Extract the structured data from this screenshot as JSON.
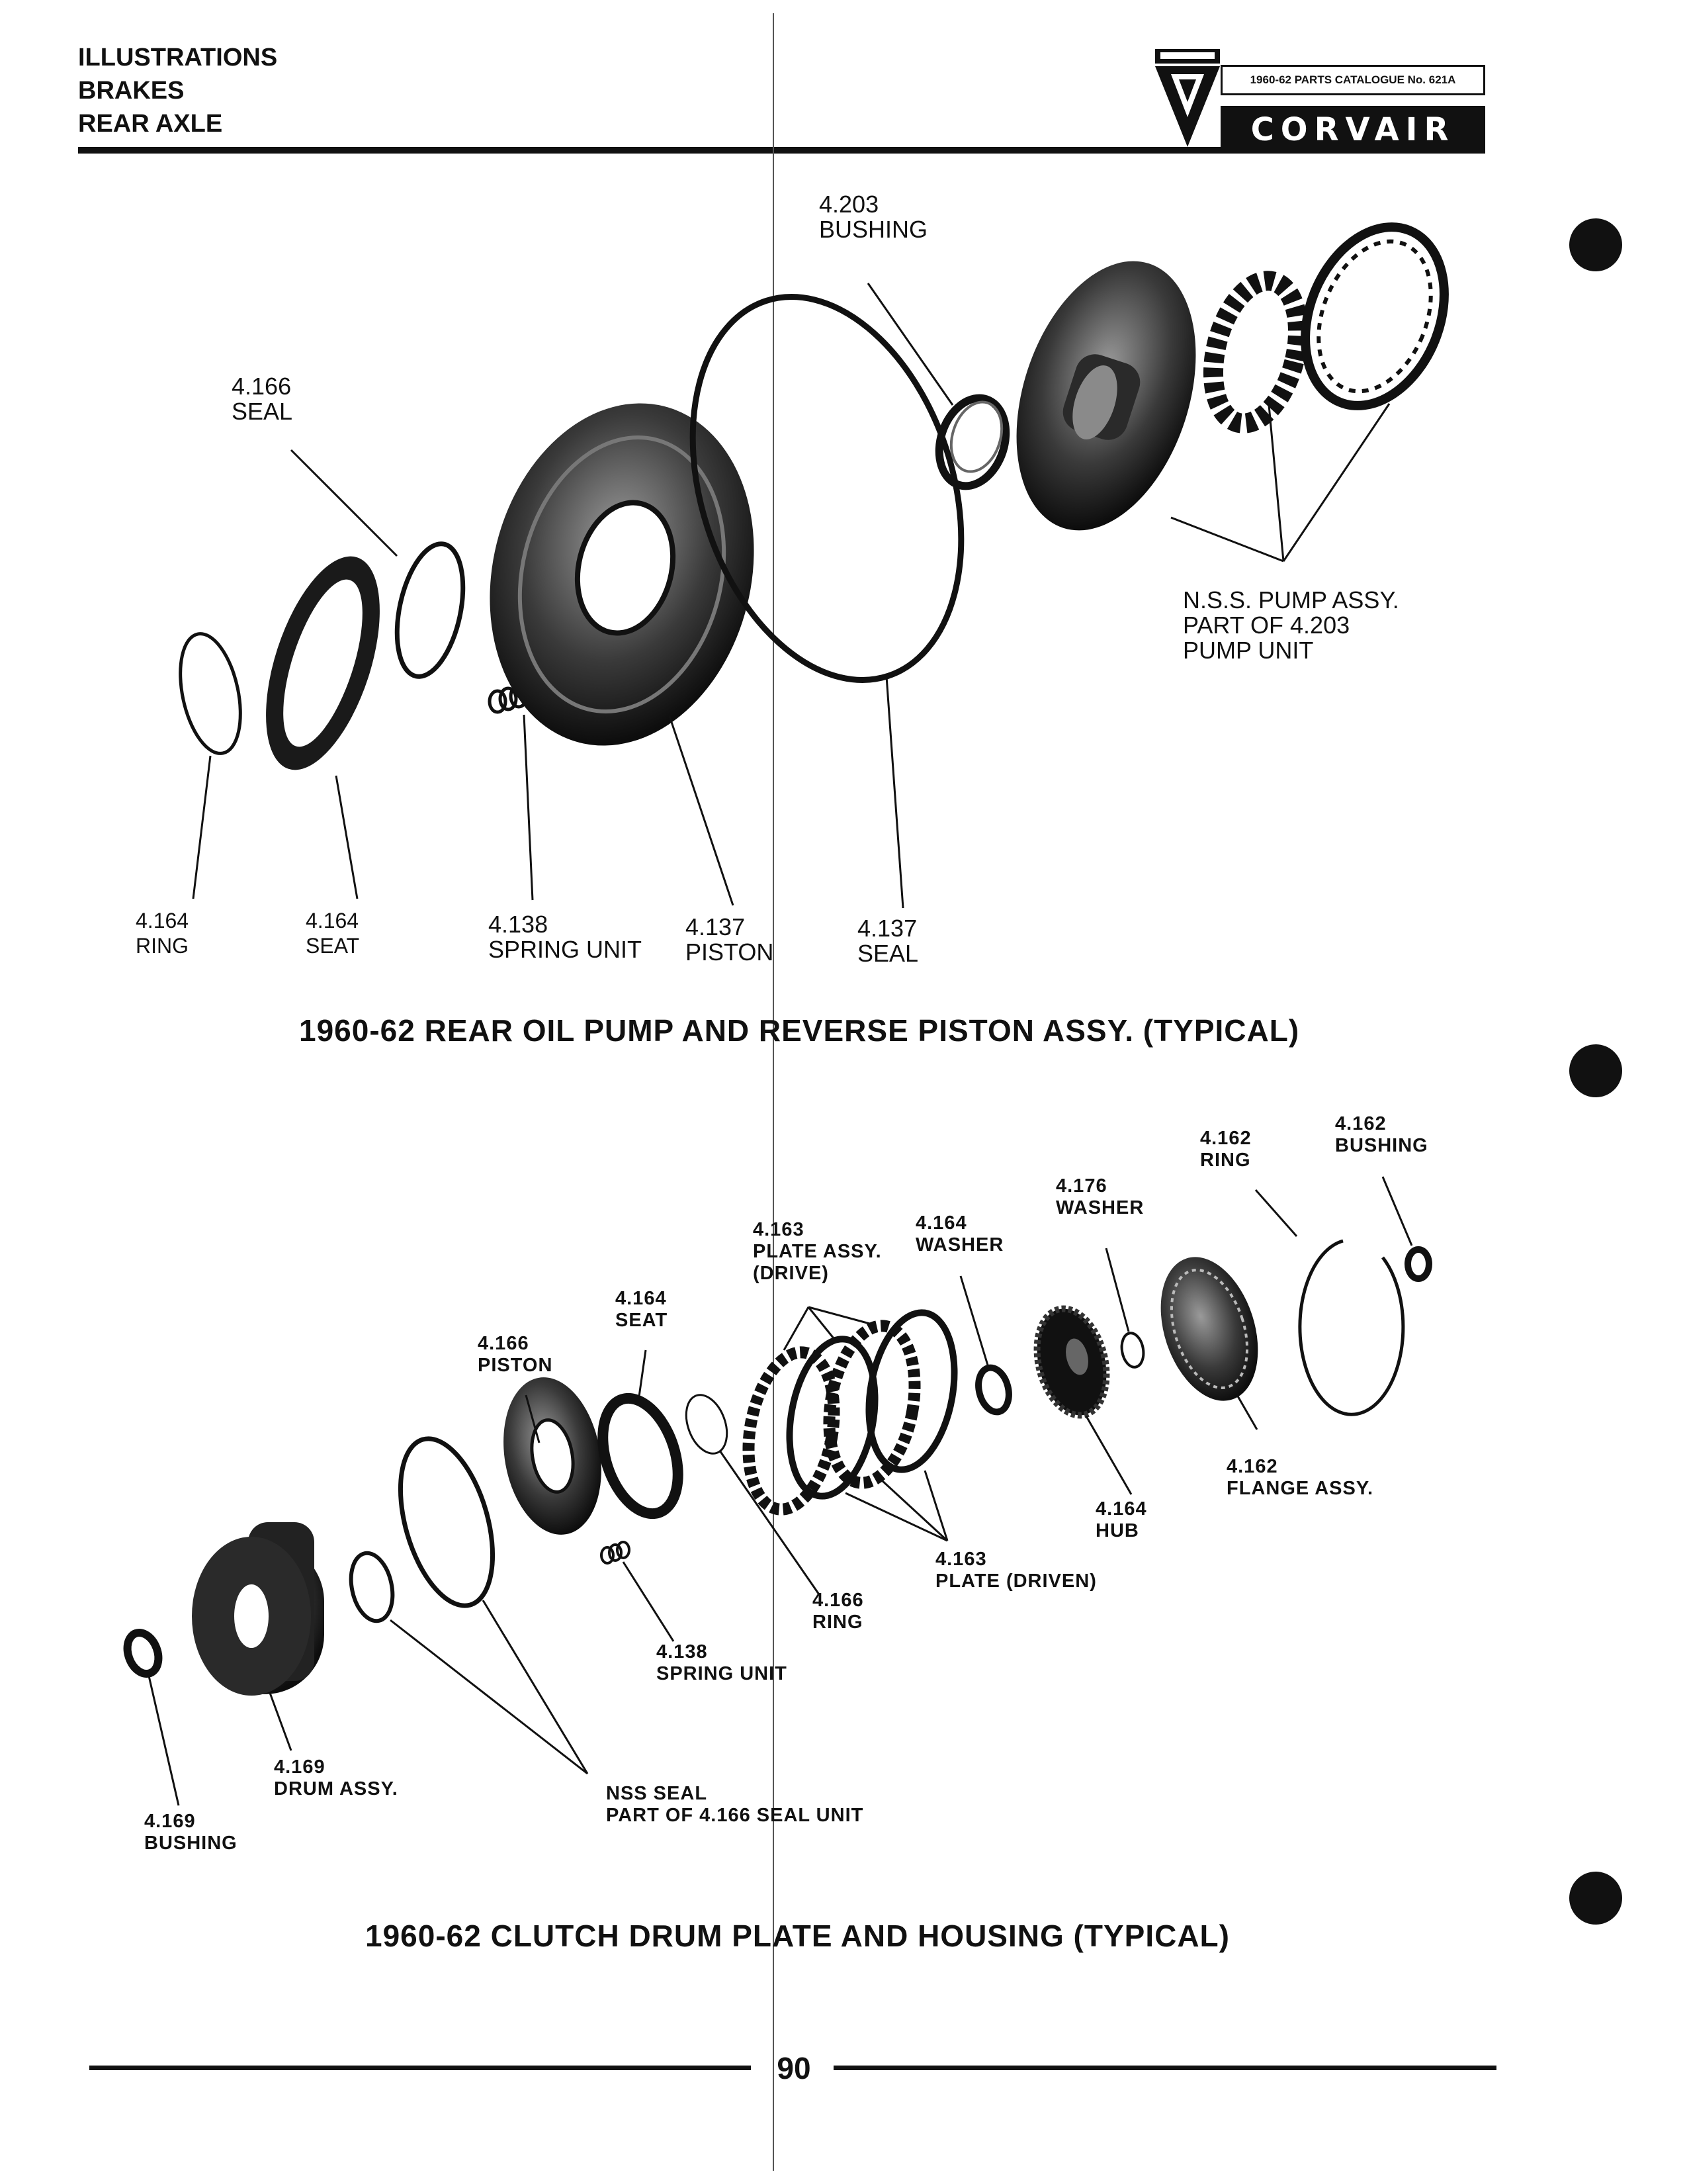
{
  "header": {
    "section_lines": [
      "ILLUSTRATIONS",
      "BRAKES",
      "REAR AXLE"
    ],
    "badge": {
      "catalogue": "1960-62 PARTS CATALOGUE No. 621A",
      "brand": "CORVAIR"
    }
  },
  "figure1": {
    "caption": "1960-62 REAR OIL PUMP AND REVERSE PISTON ASSY. (TYPICAL)",
    "labels": {
      "bushing_4203": [
        "4.203",
        "BUSHING"
      ],
      "seal_4166": [
        "4.166",
        "SEAL"
      ],
      "pump_assy": [
        "N.S.S. PUMP ASSY.",
        "PART OF  4.203",
        "PUMP UNIT"
      ],
      "ring_4164": [
        "4.164",
        "RING"
      ],
      "seat_4164": [
        "4.164",
        "SEAT"
      ],
      "spring_4138": [
        "4.138",
        "SPRING  UNIT"
      ],
      "piston_4137": [
        "4.137",
        "PISTON"
      ],
      "seal_4137": [
        "4.137",
        "SEAL"
      ]
    }
  },
  "figure2": {
    "caption": "1960-62 CLUTCH DRUM PLATE AND HOUSING (TYPICAL)",
    "labels": {
      "bushing_4162": [
        "4.162",
        "BUSHING"
      ],
      "ring_4162": [
        "4.162",
        "RING"
      ],
      "washer_4176": [
        "4.176",
        "WASHER"
      ],
      "washer_4164": [
        "4.164",
        "WASHER"
      ],
      "plate_drive_4163": [
        "4.163",
        "PLATE  ASSY.",
        "(DRIVE)"
      ],
      "seat_4164": [
        "4.164",
        "SEAT"
      ],
      "piston_4166": [
        "4.166",
        "PISTON"
      ],
      "flange_4162": [
        "4.162",
        "FLANGE  ASSY."
      ],
      "hub_4164": [
        "4.164",
        "HUB"
      ],
      "plate_driven_4163": [
        "4.163",
        "PLATE  (DRIVEN)"
      ],
      "ring_4166": [
        "4.166",
        "RING"
      ],
      "spring_4138": [
        "4.138",
        "SPRING UNIT"
      ],
      "drum_4169": [
        "4.169",
        "DRUM  ASSY."
      ],
      "bushing_4169": [
        "4.169",
        "BUSHING"
      ],
      "nss_seal": [
        "NSS SEAL",
        "PART OF 4.166 SEAL UNIT"
      ]
    }
  },
  "footer": {
    "page_number": "90"
  }
}
